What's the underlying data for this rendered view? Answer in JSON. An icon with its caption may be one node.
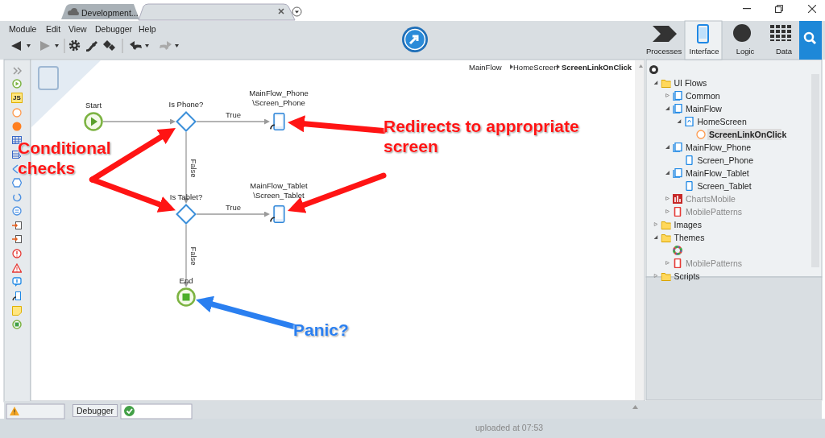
{
  "diagram": {
    "nodes": [
      {
        "text": [
          "Start"
        ]
      },
      {
        "text": [
          "Is Phone?"
        ]
      },
      {
        "text": [
          "MainFlow_Phone \\Screen_Phone"
        ]
      },
      {
        "text": [
          "Is Tablet?"
        ]
      },
      {
        "text": [
          "MainFlow_Tablet \\Screen_Tablet"
        ]
      },
      {
        "text": [
          "End"
        ]
      },
      {
        "text": [
          "Conditional checks"
        ]
      },
      {
        "text": [
          "Redirects to appropriate screen"
        ]
      },
      {
        "text": [
          "Panic?"
        ]
      }
    ],
    "edges": [
      {
        "from": 0,
        "to": 1,
        "arrow": "to"
      },
      {
        "from": 1,
        "to": 2,
        "arrow": "to",
        "label": "True"
      },
      {
        "from": 1,
        "to": 3,
        "arrow": "to",
        "label": "False"
      },
      {
        "from": 3,
        "to": 4,
        "arrow": "to",
        "label": "True"
      },
      {
        "from": 3,
        "to": 5,
        "arrow": "to",
        "label": "False"
      },
      {
        "from": 6,
        "to": 1,
        "arrow": "to",
        "style": "thick",
        "color": "#ff1414"
      },
      {
        "from": 6,
        "to": 3,
        "arrow": "to",
        "style": "thick",
        "color": "#ff1414"
      },
      {
        "from": 7,
        "to": 2,
        "arrow": "to",
        "style": "thick",
        "color": "#ff1414"
      },
      {
        "from": 7,
        "to": 4,
        "arrow": "to",
        "style": "thick",
        "color": "#ff1414"
      },
      {
        "from": 8,
        "to": 5,
        "arrow": "to",
        "style": "thick",
        "color": "#2a7ff0"
      }
    ],
    "labels": [
      "Development...",
      "Module",
      "Edit",
      "View",
      "Debugger",
      "Help",
      "Processes",
      "Interface",
      "Logic",
      "Data",
      "MainFlow",
      "HomeScreen",
      "ScreenLinkOnClick",
      "UI Flows",
      "Common",
      "MainFlow",
      "HomeScreen",
      "ScreenLinkOnClick",
      "MainFlow_Phone",
      "Screen_Phone",
      "MainFlow_Tablet",
      "Screen_Tablet",
      "ChartsMobile",
      "MobilePatterns",
      "Images",
      "Themes",
      "MobilePatterns",
      "Scripts",
      "Debugger",
      "uploaded at 07:53",
      "JS"
    ]
  }
}
